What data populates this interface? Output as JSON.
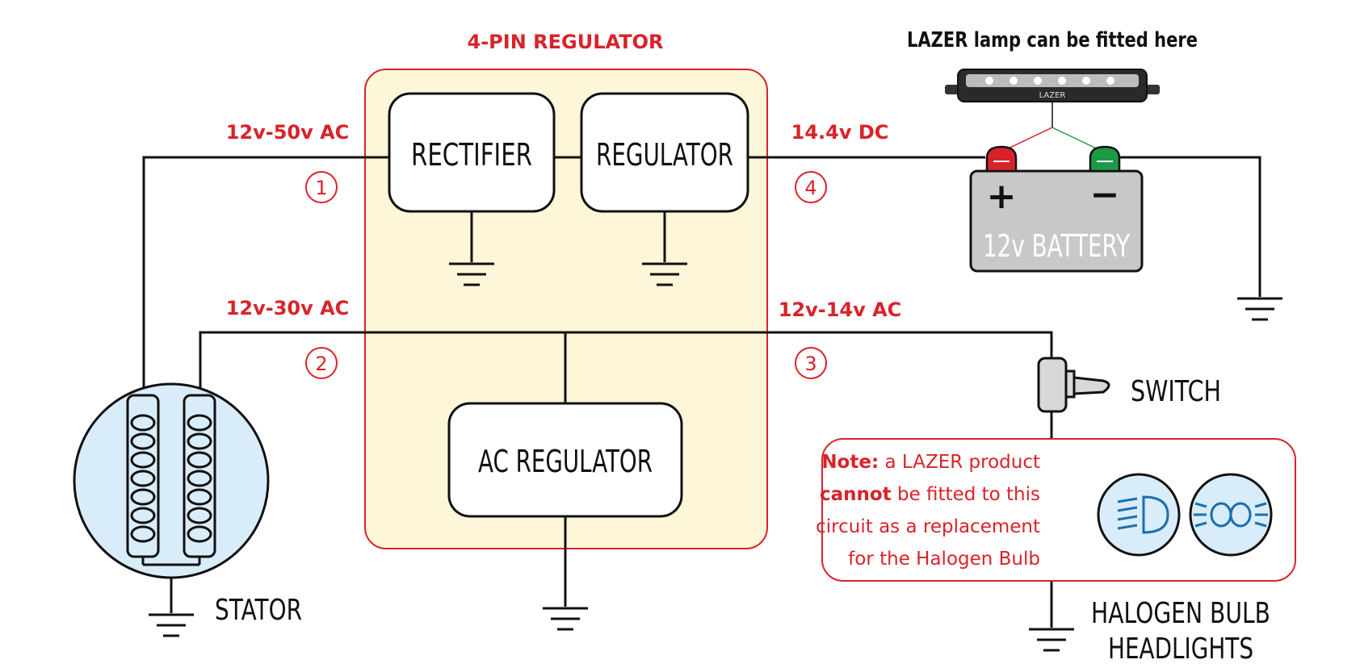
{
  "regulator_title": "4-PIN REGULATOR",
  "lamp_caption": "LAZER lamp can be fitted here",
  "lamp_brand": "LAZER",
  "boxes": {
    "rectifier": "RECTIFIER",
    "regulator": "REGULATOR",
    "ac_regulator": "AC REGULATOR"
  },
  "wires": {
    "w1_voltage": "12v-50v AC",
    "w1_number": "1",
    "w2_voltage": "12v-30v AC",
    "w2_number": "2",
    "w3_voltage": "12v-14v AC",
    "w3_number": "3",
    "w4_voltage": "14.4v DC",
    "w4_number": "4"
  },
  "battery": {
    "label": "12v BATTERY",
    "plus": "+",
    "minus": "−"
  },
  "stator_label": "STATOR",
  "switch_label": "SWITCH",
  "headlights_label_line1": "HALOGEN BULB",
  "headlights_label_line2": "HEADLIGHTS",
  "note": {
    "prefix": "Note:",
    "line1_rest": " a LAZER product",
    "line2_bold": "cannot",
    "line2_rest": " be fitted to this",
    "line3": "circuit as a replacement",
    "line4": "for the Halogen Bulb"
  },
  "colors": {
    "accent_red": "#d8232a",
    "regulator_fill": "#fdf6d8",
    "stator_fill": "#d9ecf9",
    "bulb_blue": "#1a6fb0",
    "battery_gray": "#c8c8c8",
    "terminal_red": "#d8232a",
    "terminal_green": "#1e9a47"
  }
}
